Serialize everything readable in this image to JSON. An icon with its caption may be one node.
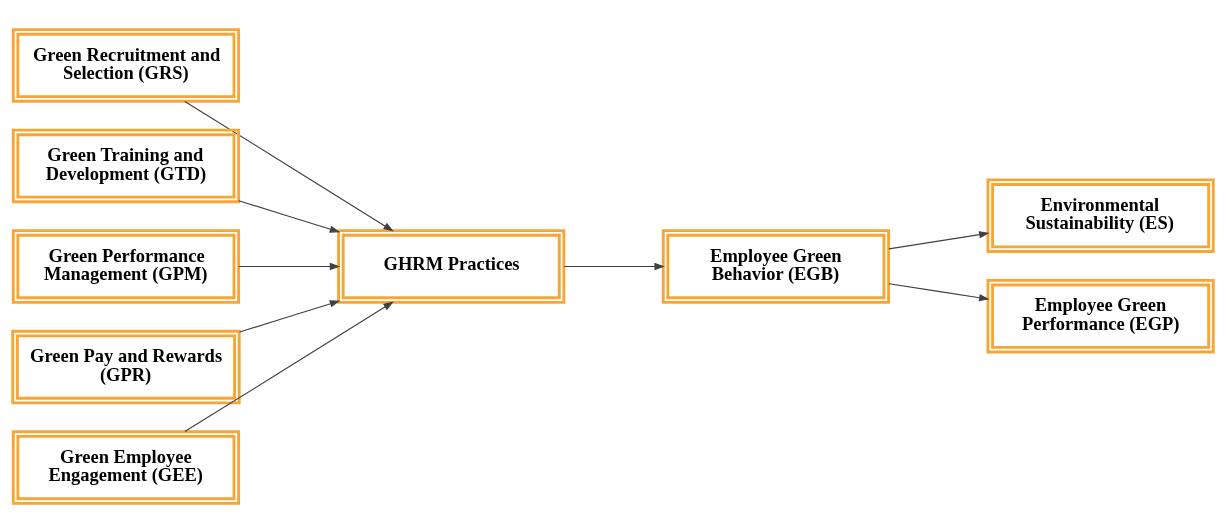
{
  "diagram": {
    "nodes": [
      {
        "text": [
          "Green Recruitment and Selection (GRS)"
        ]
      },
      {
        "text": [
          "Green Training and Development (GTD)"
        ]
      },
      {
        "text": [
          "Green Performance Management (GPM)"
        ]
      },
      {
        "text": [
          "Green Pay and Rewards (GPR)"
        ]
      },
      {
        "text": [
          "Green Employee Engagement (GEE)"
        ]
      },
      {
        "text": [
          "GHRM Practices"
        ]
      },
      {
        "text": [
          "Employee Green Behavior (EGB)"
        ]
      },
      {
        "text": [
          "Environmental Sustainability (ES)"
        ]
      },
      {
        "text": [
          "Employee Green Performance (EGP)"
        ]
      }
    ],
    "edges": [
      {
        "from": 0,
        "to": 5,
        "arrow": "to"
      },
      {
        "from": 1,
        "to": 5,
        "arrow": "to"
      },
      {
        "from": 2,
        "to": 5,
        "arrow": "to"
      },
      {
        "from": 3,
        "to": 5,
        "arrow": "to"
      },
      {
        "from": 4,
        "to": 5,
        "arrow": "to"
      },
      {
        "from": 5,
        "to": 6,
        "arrow": "to"
      },
      {
        "from": 6,
        "to": 7,
        "arrow": "to"
      },
      {
        "from": 6,
        "to": 8,
        "arrow": "to"
      }
    ]
  }
}
